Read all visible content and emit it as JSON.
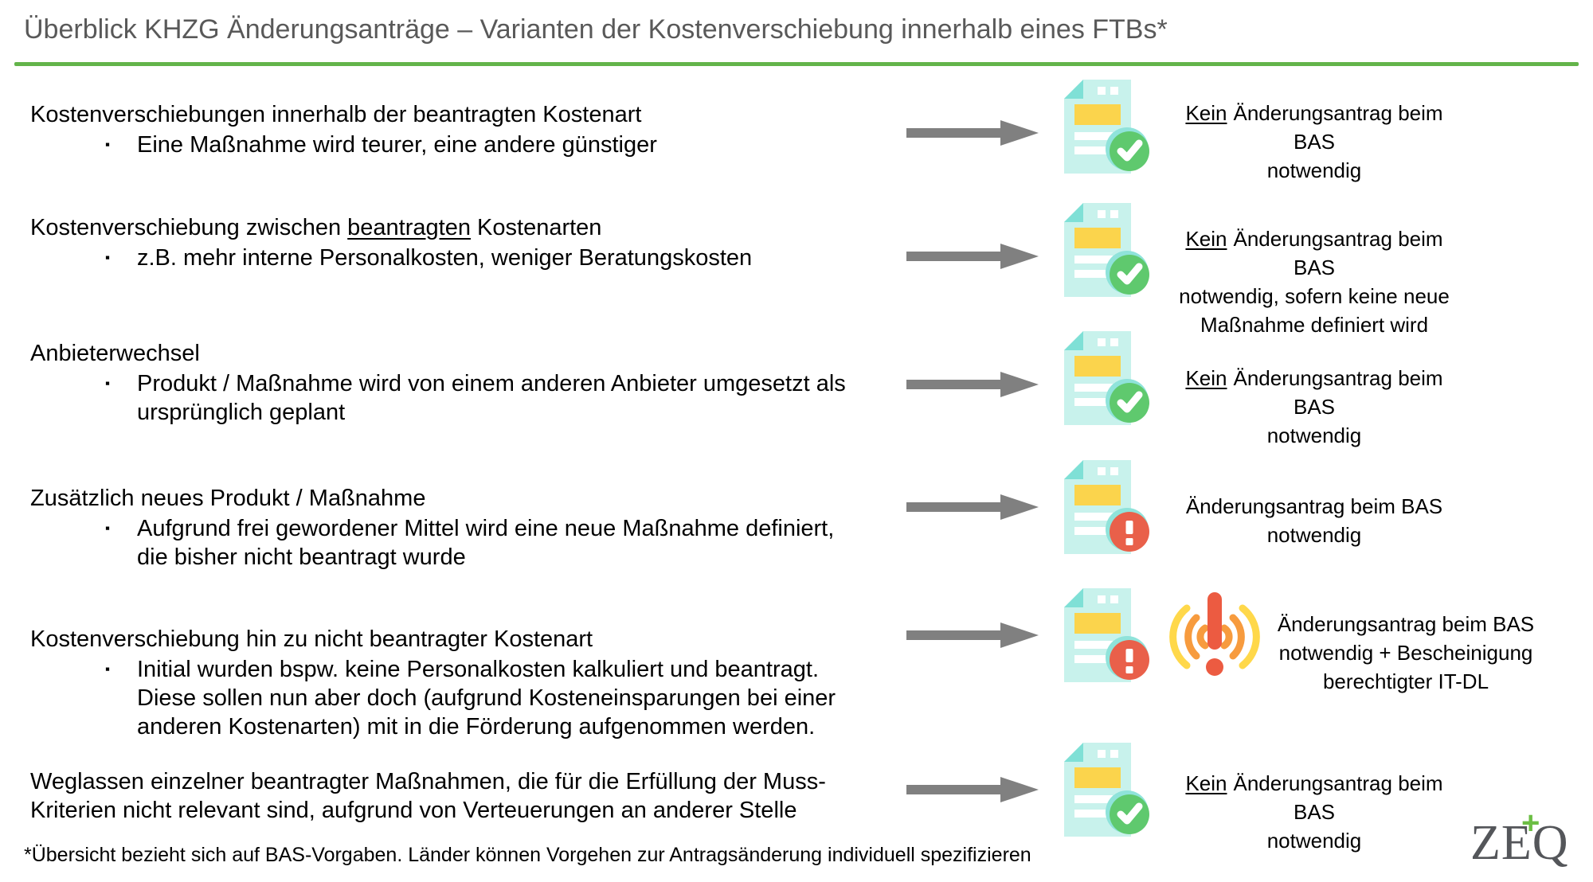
{
  "title": "Überblick KHZG Änderungsanträge – Varianten der Kostenverschiebung innerhalb eines FTBs*",
  "footnote": "*Übersicht bezieht sich auf BAS-Vorgaben. Länder können Vorgehen zur Antragsänderung individuell spezifizieren",
  "bullet_glyph": "▪",
  "logo": {
    "text": "ZEQ",
    "plus": "+"
  },
  "colors": {
    "title_gray": "#595959",
    "divider_green": "#63B44A",
    "arrow_gray": "#808080",
    "doc_body_teal": "#C8F2EC",
    "doc_fold_teal": "#7FE0D6",
    "doc_title_yellow": "#FBD44C",
    "ok_green": "#5FC96E",
    "alert_red": "#E9604A",
    "alarm_orange": "#F79B3E",
    "alarm_yellow": "#FFD84A",
    "logo_gray": "#54565A",
    "logo_green": "#6CBE44"
  },
  "rows": [
    {
      "status": "ok",
      "heading": [
        {
          "pre": "Kostenverschiebungen innerhalb der beantragten Kostenart",
          "u": "",
          "post": ""
        }
      ],
      "bullets": [
        [
          "Eine Maßnahme wird teurer, eine andere günstiger"
        ]
      ],
      "result": {
        "u": "Kein",
        "lines": [
          "Änderungsantrag beim BAS",
          "notwendig"
        ]
      }
    },
    {
      "status": "ok",
      "heading": [
        {
          "pre": "Kostenverschiebung zwischen ",
          "u": "beantragten",
          "post": " Kostenarten"
        }
      ],
      "bullets": [
        [
          "z.B. mehr interne Personalkosten, weniger Beratungskosten"
        ]
      ],
      "result": {
        "u": "Kein",
        "lines": [
          "Änderungsantrag beim BAS",
          "notwendig, sofern keine neue",
          "Maßnahme definiert wird"
        ]
      }
    },
    {
      "status": "ok",
      "heading": [
        {
          "pre": "Anbieterwechsel",
          "u": "",
          "post": ""
        }
      ],
      "bullets": [
        [
          "Produkt / Maßnahme wird von einem anderen Anbieter umgesetzt als",
          "ursprünglich geplant"
        ]
      ],
      "result": {
        "u": "Kein",
        "lines": [
          "Änderungsantrag beim BAS",
          "notwendig"
        ]
      }
    },
    {
      "status": "alert",
      "heading": [
        {
          "pre": "Zusätzlich neues Produkt / Maßnahme",
          "u": "",
          "post": ""
        }
      ],
      "bullets": [
        [
          "Aufgrund frei gewordener Mittel wird eine neue Maßnahme definiert,",
          "die bisher nicht beantragt wurde"
        ]
      ],
      "result": {
        "u": "",
        "lines": [
          "Änderungsantrag beim BAS",
          "notwendig"
        ]
      }
    },
    {
      "status": "alarm",
      "heading": [
        {
          "pre": "Kostenverschiebung hin zu nicht beantragter Kostenart",
          "u": "",
          "post": ""
        }
      ],
      "bullets": [
        [
          "Initial wurden bspw. keine Personalkosten kalkuliert und beantragt.",
          "Diese sollen nun aber doch (aufgrund Kosteneinsparungen bei einer",
          "anderen Kostenarten) mit in die Förderung aufgenommen werden."
        ]
      ],
      "result": {
        "u": "",
        "lines": [
          "Änderungsantrag beim BAS",
          "notwendig + Bescheinigung",
          "berechtigter IT-DL"
        ]
      }
    },
    {
      "status": "ok",
      "heading": [
        {
          "pre": "Weglassen einzelner beantragter Maßnahmen, die für die Erfüllung der Muss-",
          "u": "",
          "post": ""
        },
        {
          "pre": "Kriterien nicht relevant sind, aufgrund von Verteuerungen an anderer Stelle",
          "u": "",
          "post": ""
        }
      ],
      "bullets": [],
      "result": {
        "u": "Kein",
        "lines": [
          "Änderungsantrag beim BAS",
          "notwendig"
        ]
      }
    }
  ]
}
